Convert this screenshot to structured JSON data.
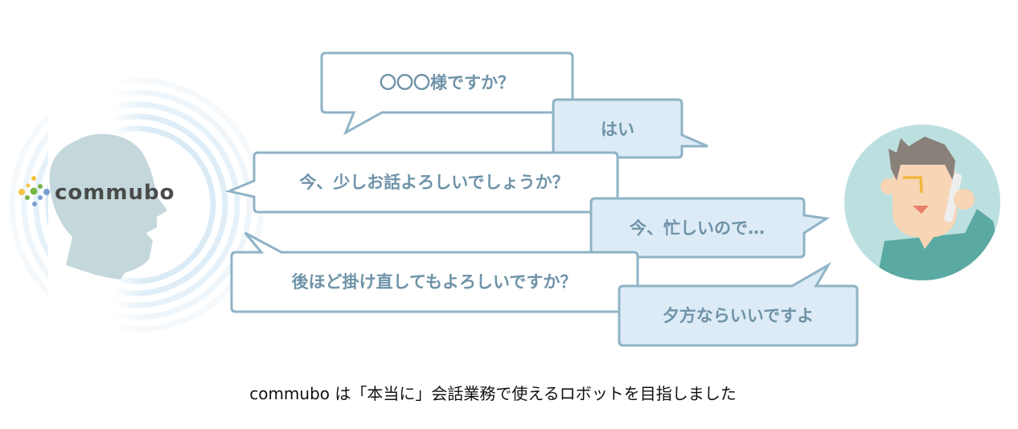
{
  "logo_text": "commubo",
  "bubbles": [
    {
      "speaker": "robot",
      "text": "〇〇〇様ですか？"
    },
    {
      "speaker": "human",
      "text": "はい"
    },
    {
      "speaker": "robot",
      "text": "今、少しお話よろしいでしょうか？"
    },
    {
      "speaker": "human",
      "text": "今、忙しいので…"
    },
    {
      "speaker": "robot",
      "text": "後ほど掛け直してもよろしいですか？"
    },
    {
      "speaker": "human",
      "text": "夕方ならいいですよ"
    }
  ],
  "caption": "commubo は「本当に」会話業務で使えるロボットを目指しました",
  "colors": {
    "bubble_border": "#8fb3c6",
    "human_fill": "#dcebf6",
    "text": "#6f93a8",
    "head": "#c4d8dc"
  }
}
